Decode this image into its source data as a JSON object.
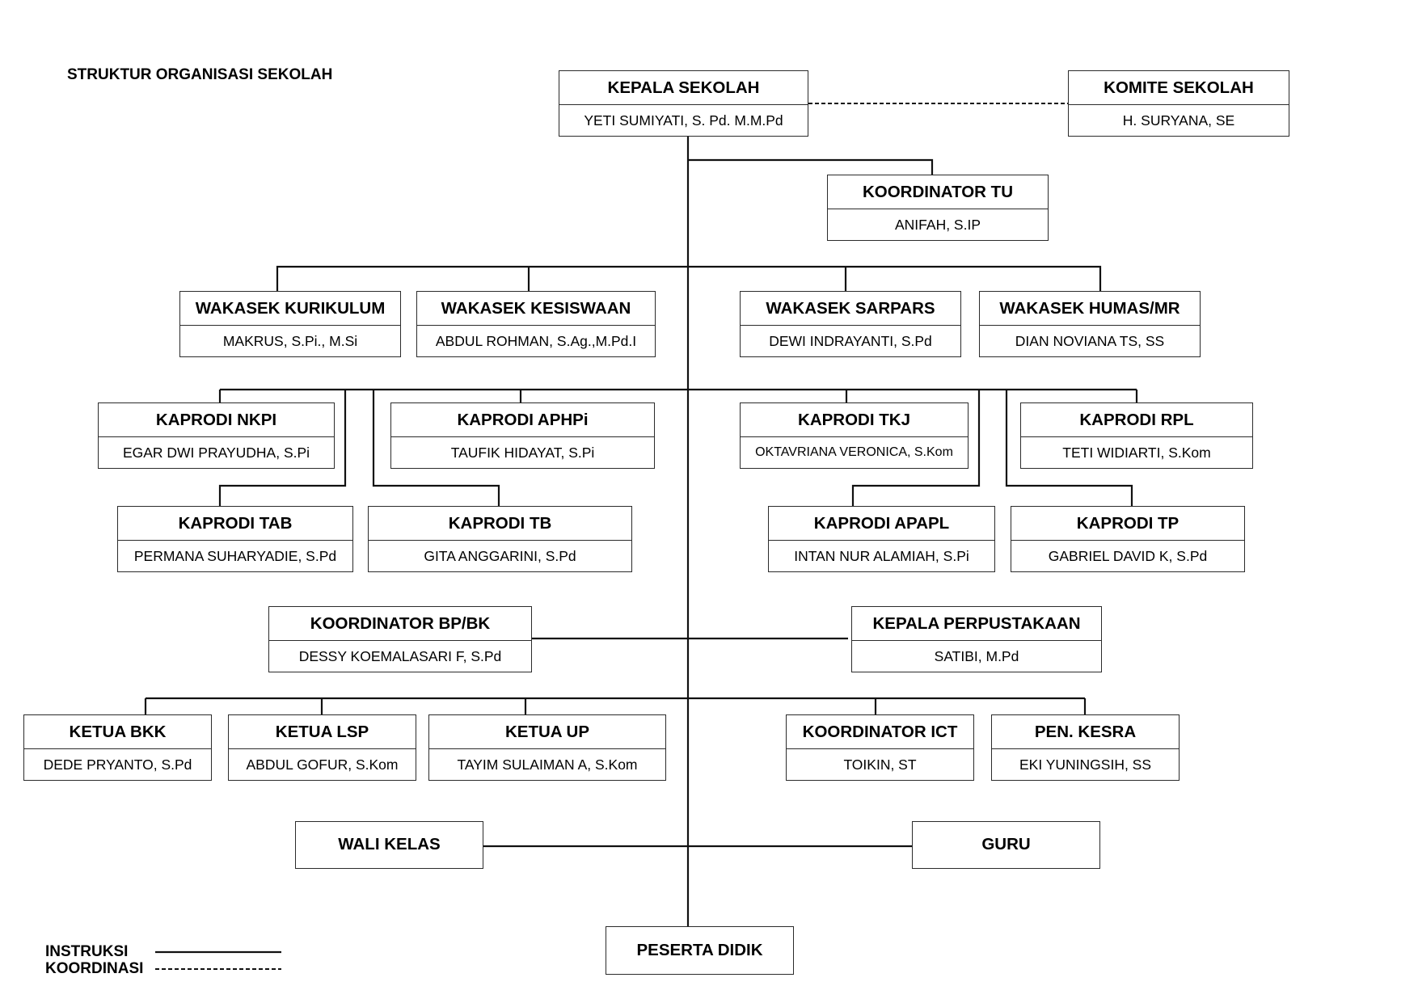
{
  "title": "STRUKTUR ORGANISASI SEKOLAH",
  "positions": {
    "kepala": {
      "title": "KEPALA SEKOLAH",
      "name": "YETI SUMIYATI, S. Pd. M.M.Pd"
    },
    "komite": {
      "title": "KOMITE SEKOLAH",
      "name": "H. SURYANA, SE"
    },
    "koord_tu": {
      "title": "KOORDINATOR TU",
      "name": "ANIFAH, S.IP"
    },
    "wakasek_kurikulum": {
      "title": "WAKASEK KURIKULUM",
      "name": "MAKRUS, S.Pi., M.Si"
    },
    "wakasek_kesiswaan": {
      "title": "WAKASEK KESISWAAN",
      "name": "ABDUL ROHMAN, S.Ag.,M.Pd.I"
    },
    "wakasek_sarpars": {
      "title": "WAKASEK SARPARS",
      "name": "DEWI INDRAYANTI, S.Pd"
    },
    "wakasek_humas": {
      "title": "WAKASEK HUMAS/MR",
      "name": "DIAN NOVIANA TS, SS"
    },
    "kaprodi_nkpi": {
      "title": "KAPRODI NKPI",
      "name": "EGAR DWI PRAYUDHA, S.Pi"
    },
    "kaprodi_aphpi": {
      "title": "KAPRODI APHPi",
      "name": "TAUFIK HIDAYAT, S.Pi"
    },
    "kaprodi_tkj": {
      "title": "KAPRODI TKJ",
      "name": "OKTAVRIANA VERONICA, S.Kom"
    },
    "kaprodi_rpl": {
      "title": "KAPRODI RPL",
      "name": "TETI WIDIARTI, S.Kom"
    },
    "kaprodi_tab": {
      "title": "KAPRODI TAB",
      "name": "PERMANA SUHARYADIE, S.Pd"
    },
    "kaprodi_tb": {
      "title": "KAPRODI TB",
      "name": "GITA ANGGARINI, S.Pd"
    },
    "kaprodi_apapl": {
      "title": "KAPRODI APAPL",
      "name": "INTAN NUR ALAMIAH, S.Pi"
    },
    "kaprodi_tp": {
      "title": "KAPRODI TP",
      "name": "GABRIEL DAVID K, S.Pd"
    },
    "koord_bpbk": {
      "title": "KOORDINATOR BP/BK",
      "name": "DESSY KOEMALASARI F, S.Pd"
    },
    "kepala_perpus": {
      "title": "KEPALA PERPUSTAKAAN",
      "name": "SATIBI, M.Pd"
    },
    "ketua_bkk": {
      "title": "KETUA BKK",
      "name": "DEDE PRYANTO, S.Pd"
    },
    "ketua_lsp": {
      "title": "KETUA LSP",
      "name": "ABDUL GOFUR, S.Kom"
    },
    "ketua_up": {
      "title": "KETUA UP",
      "name": "TAYIM SULAIMAN A, S.Kom"
    },
    "koord_ict": {
      "title": "KOORDINATOR ICT",
      "name": "TOIKIN, ST"
    },
    "pen_kesra": {
      "title": "PEN. KESRA",
      "name": "EKI YUNINGSIH, SS"
    }
  },
  "groups": {
    "wali_kelas": "WALI KELAS",
    "guru": "GURU",
    "peserta_didik": "PESERTA DIDIK"
  },
  "legend": {
    "instruksi": "INSTRUKSI",
    "koordinasi": "KOORDINASI"
  }
}
